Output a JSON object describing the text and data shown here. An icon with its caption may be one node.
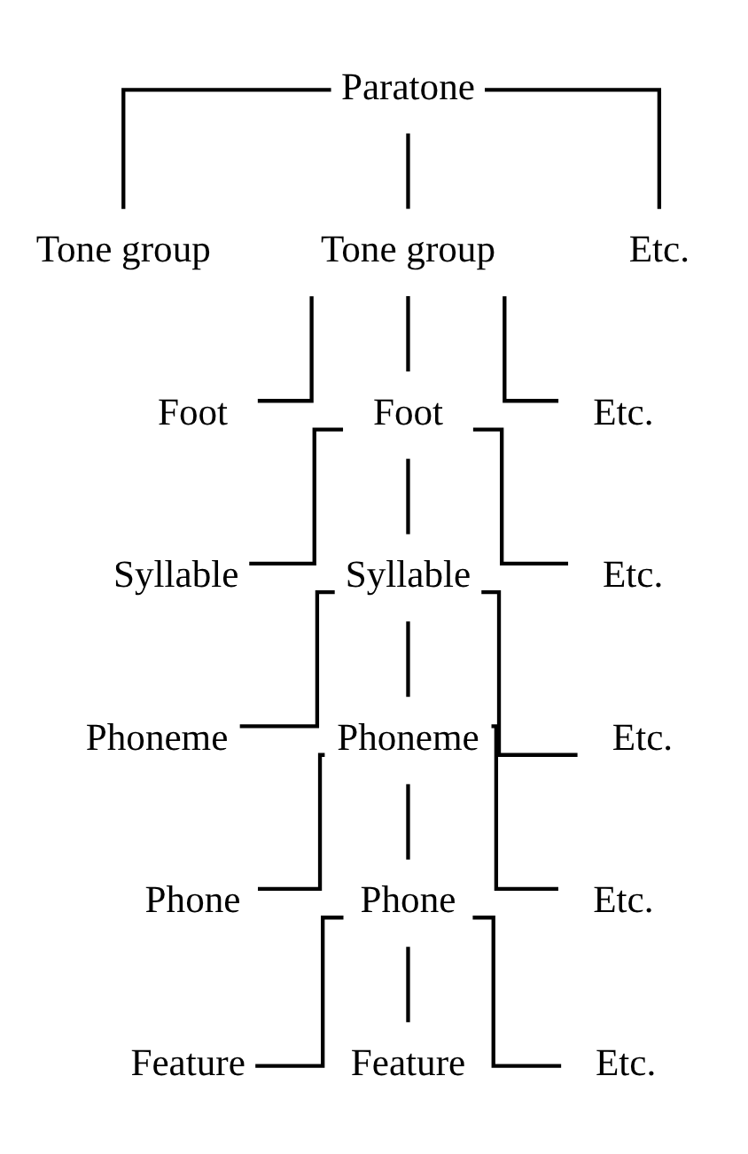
{
  "diagram": {
    "nodes": [
      {
        "text": [
          "Paratone"
        ]
      },
      {
        "text": [
          "Tone group"
        ]
      },
      {
        "text": [
          "Tone group"
        ]
      },
      {
        "text": [
          "Etc."
        ]
      },
      {
        "text": [
          "Foot"
        ]
      },
      {
        "text": [
          "Foot"
        ]
      },
      {
        "text": [
          "Etc."
        ]
      },
      {
        "text": [
          "Syllable"
        ]
      },
      {
        "text": [
          "Syllable"
        ]
      },
      {
        "text": [
          "Etc."
        ]
      },
      {
        "text": [
          "Phoneme"
        ]
      },
      {
        "text": [
          "Phoneme"
        ]
      },
      {
        "text": [
          "Etc."
        ]
      },
      {
        "text": [
          "Phone"
        ]
      },
      {
        "text": [
          "Phone"
        ]
      },
      {
        "text": [
          "Etc."
        ]
      },
      {
        "text": [
          "Feature"
        ]
      },
      {
        "text": [
          "Feature"
        ]
      },
      {
        "text": [
          "Etc."
        ]
      }
    ],
    "edges": [
      {
        "from": 0,
        "to": 1,
        "arrow": "none"
      },
      {
        "from": 0,
        "to": 2,
        "arrow": "none"
      },
      {
        "from": 0,
        "to": 3,
        "arrow": "none"
      },
      {
        "from": 2,
        "to": 4,
        "arrow": "none"
      },
      {
        "from": 2,
        "to": 5,
        "arrow": "none"
      },
      {
        "from": 2,
        "to": 6,
        "arrow": "none"
      },
      {
        "from": 5,
        "to": 7,
        "arrow": "none"
      },
      {
        "from": 5,
        "to": 8,
        "arrow": "none"
      },
      {
        "from": 5,
        "to": 9,
        "arrow": "none"
      },
      {
        "from": 8,
        "to": 10,
        "arrow": "none"
      },
      {
        "from": 8,
        "to": 11,
        "arrow": "none"
      },
      {
        "from": 8,
        "to": 12,
        "arrow": "none"
      },
      {
        "from": 11,
        "to": 13,
        "arrow": "none"
      },
      {
        "from": 11,
        "to": 14,
        "arrow": "none"
      },
      {
        "from": 11,
        "to": 15,
        "arrow": "none"
      },
      {
        "from": 14,
        "to": 16,
        "arrow": "none"
      },
      {
        "from": 14,
        "to": 17,
        "arrow": "none"
      },
      {
        "from": 14,
        "to": 18,
        "arrow": "none"
      }
    ]
  }
}
